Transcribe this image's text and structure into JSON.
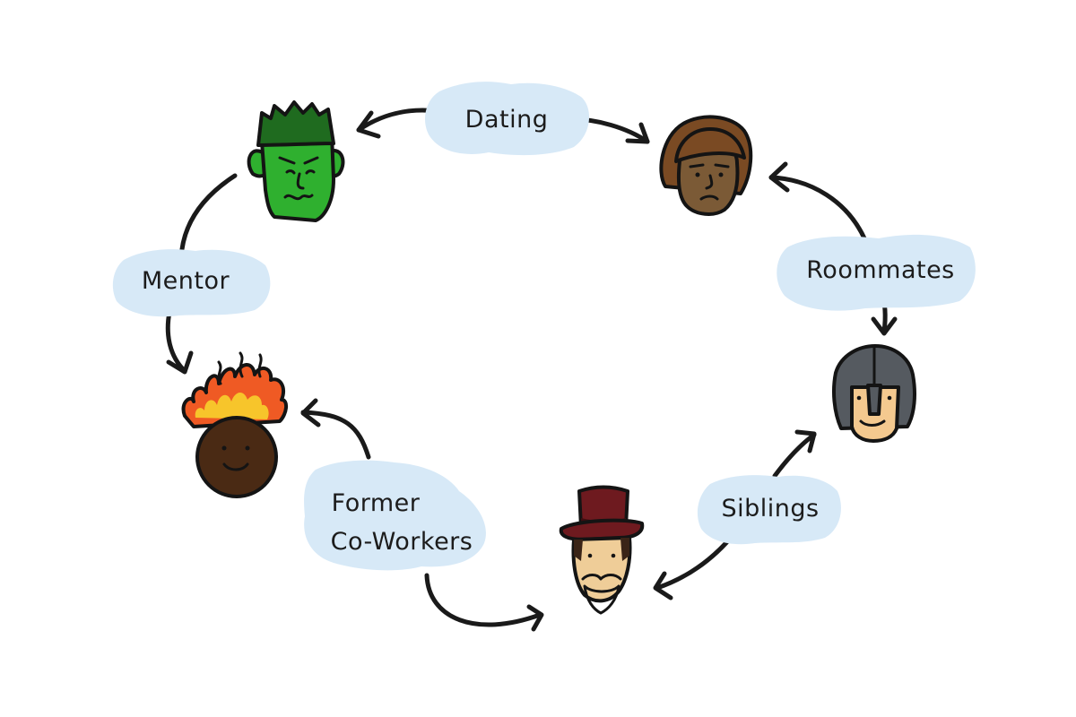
{
  "diagram": {
    "nodes": [
      {
        "id": "frankenstein",
        "icon": "frankenstein-face-icon"
      },
      {
        "id": "brown-hair",
        "icon": "brown-hair-face-icon"
      },
      {
        "id": "knight",
        "icon": "knight-helmet-icon"
      },
      {
        "id": "top-hat",
        "icon": "top-hat-gentleman-icon"
      },
      {
        "id": "fire-hair",
        "icon": "fire-hair-face-icon"
      }
    ],
    "edges": [
      {
        "from": "frankenstein",
        "to": "brown-hair",
        "label": "Dating",
        "direction": "both"
      },
      {
        "from": "brown-hair",
        "to": "knight",
        "label": "Roommates",
        "direction": "both"
      },
      {
        "from": "knight",
        "to": "top-hat",
        "label": "Siblings",
        "direction": "both"
      },
      {
        "from": "top-hat",
        "to": "fire-hair",
        "label_lines": [
          "Former",
          "Co-Workers"
        ],
        "direction": "both"
      },
      {
        "from": "frankenstein",
        "to": "fire-hair",
        "label": "Mentor",
        "direction": "one-way"
      }
    ],
    "colors": {
      "label_highlight": "#d7e9f7",
      "ink": "#141414",
      "frankenstein_skin": "#2fb02f",
      "frankenstein_hair": "#1f6b1f",
      "brown_hair": "#7a4a23",
      "brown_skin": "#7b5a36",
      "helmet": "#555a60",
      "helmet_face": "#f4c98f",
      "hat": "#6e1a1f",
      "gentleman_skin": "#efcd98",
      "dark_skin": "#4a2a14",
      "flame_orange": "#ef5a24",
      "flame_yellow": "#f7c52b"
    }
  }
}
